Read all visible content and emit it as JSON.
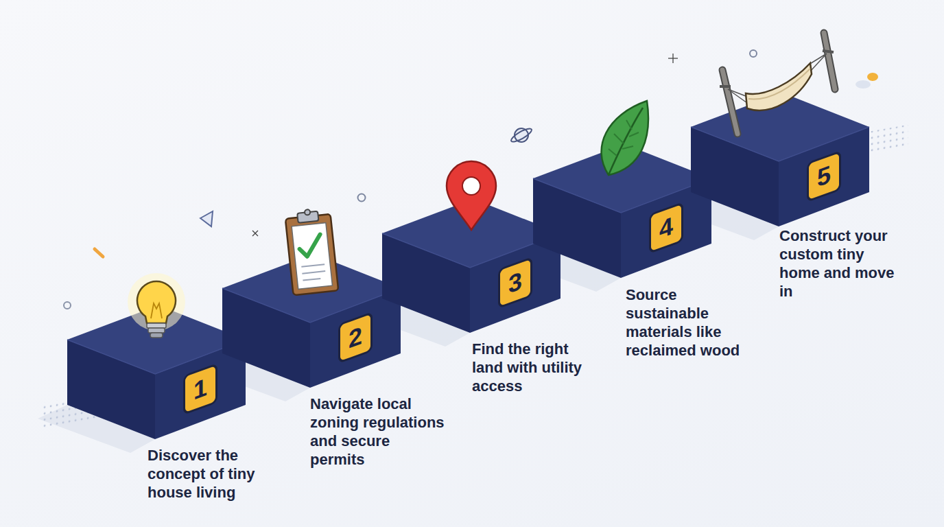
{
  "diagram": {
    "nodes": [
      {
        "text": [
          "1",
          "Discover the concept of tiny house living"
        ]
      },
      {
        "text": [
          "2",
          "Navigate local zoning regulations and secure permits"
        ]
      },
      {
        "text": [
          "3",
          "Find the right land with utility access"
        ]
      },
      {
        "text": [
          "4",
          "Source sustainable materials like reclaimed wood"
        ]
      },
      {
        "text": [
          "5",
          "Construct your custom tiny home and move in"
        ]
      }
    ]
  }
}
